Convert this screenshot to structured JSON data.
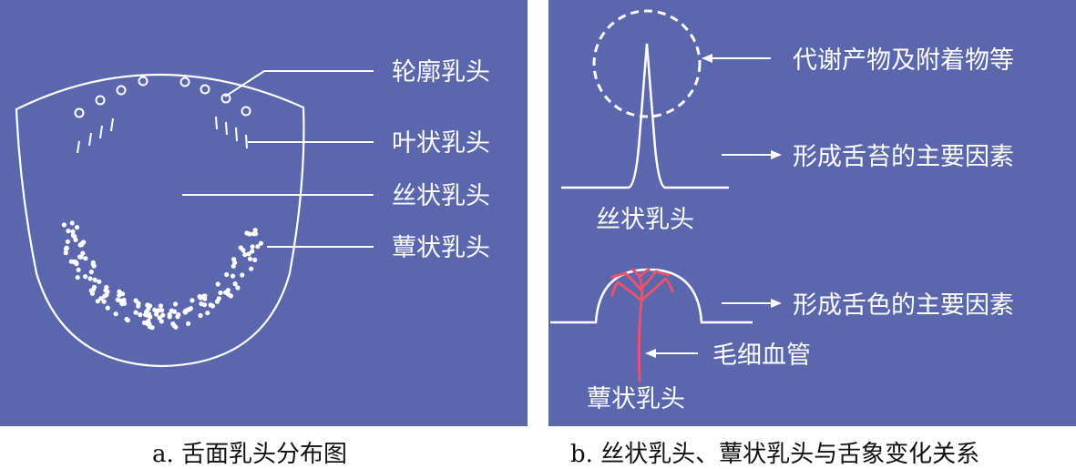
{
  "colors": {
    "background": "#5a67ad",
    "line": "#ffffff",
    "vessel": "#e8536b",
    "caption_text": "#111111"
  },
  "panel_a": {
    "labels": {
      "circumvallate": "轮廓乳头",
      "foliate": "叶状乳头",
      "filiform": "丝状乳头",
      "fungiform": "蕈状乳头"
    },
    "caption": "a. 舌面乳头分布图"
  },
  "panel_b": {
    "labels": {
      "metabolites": "代谢产物及附着物等",
      "coating_factor": "形成舌苔的主要因素",
      "filiform_name": "丝状乳头",
      "color_factor": "形成舌色的主要因素",
      "capillary": "毛细血管",
      "fungiform_name": "蕈状乳头"
    },
    "caption": "b. 丝状乳头、蕈状乳头与舌象变化关系"
  }
}
